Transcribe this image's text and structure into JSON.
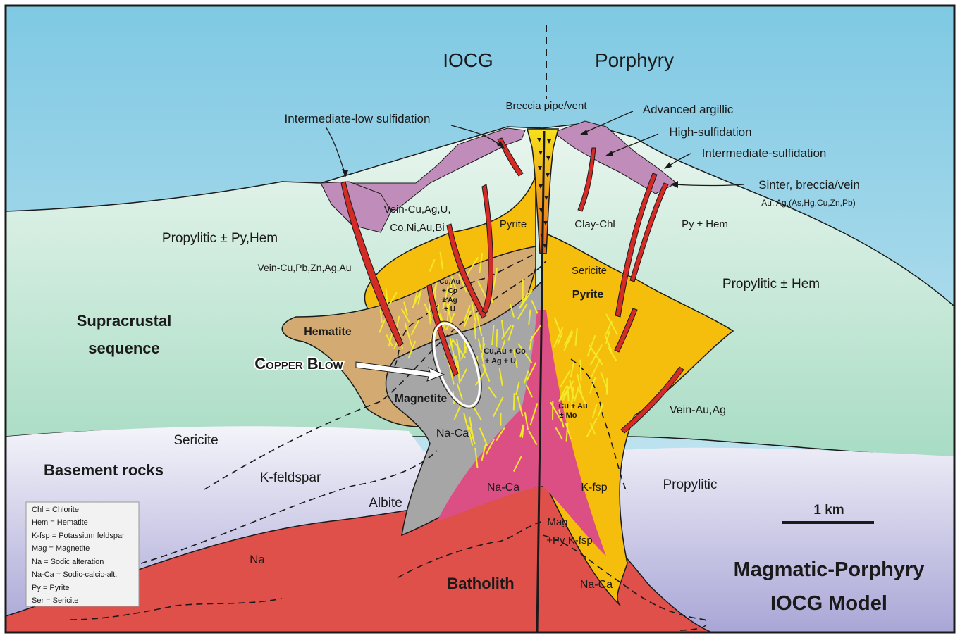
{
  "titles": {
    "iocg": "IOCG",
    "porphyry": "Porphyry",
    "model_line1": "Magmatic-Porphyry",
    "model_line2": "IOCG Model"
  },
  "labels": {
    "breccia_pipe": "Breccia pipe/vent",
    "intermediate_low": "Intermediate-low sulfidation",
    "advanced_argillic": "Advanced argillic",
    "high_sulfidation": "High-sulfidation",
    "intermediate_sulfidation": "Intermediate-sulfidation",
    "sinter": "Sinter, breccia/vein",
    "sinter_metals": "Au, Ag,(As,Hg,Cu,Zn,Pb)",
    "vein_cu_ag_u_1": "Vein-Cu,Ag,U,",
    "vein_cu_ag_u_2": "Co,Ni,Au,Bi",
    "pyrite_left": "Pyrite",
    "clay_chl": "Clay-Chl",
    "py_hem": "Py ± Hem",
    "propylitic_left": "Propylitic ± Py,Hem",
    "vein_cu_pb": "Vein-Cu,Pb,Zn,Ag,Au",
    "supracrustal_1": "Supracrustal",
    "supracrustal_2": "sequence",
    "hematite": "Hematite",
    "cu_au_1": "Cu,Au",
    "cu_au_2": "+ Co",
    "cu_au_3": "± Ag",
    "cu_au_4": "+ U",
    "sericite_right": "Sericite",
    "pyrite_right": "Pyrite",
    "propylitic_right": "Propylitic ± Hem",
    "copper_blow": "Copper Blow",
    "cu_au_co_1": "Cu,Au + Co",
    "cu_au_co_2": "+ Ag + U",
    "magnetite": "Magnetite",
    "cu_au_mo_1": "Cu + Au",
    "cu_au_mo_2": "± Mo",
    "vein_au_ag": "Vein-Au,Ag",
    "na_ca_upper": "Na-Ca",
    "sericite_left": "Sericite",
    "basement": "Basement rocks",
    "k_feldspar": "K-feldspar",
    "albite": "Albite",
    "na_ca_mid": "Na-Ca",
    "k_fsp": "K-fsp",
    "propylitic_lower": "Propylitic",
    "scale": "1 km",
    "mag_1": "Mag",
    "mag_2": "+Py K-fsp",
    "na": "Na",
    "batholith": "Batholith",
    "na_ca_lower": "Na-Ca"
  },
  "legend": [
    "Chl = Chlorite",
    "Hem = Hematite",
    "K-fsp = Potassium feldspar",
    "Mag = Magnetite",
    "Na = Sodic alteration",
    "Na-Ca = Sodic-calcic-alt.",
    "Py = Pyrite",
    "Ser = Sericite"
  ],
  "colors": {
    "sky": "#a8d9e8",
    "supracrustal": "#c5e8d6",
    "basement": "#e4e3f0",
    "batholith": "#e0504a",
    "na_ca": "#dc4f84",
    "magnetite": "#a6a6a6",
    "hematite": "#d2aa72",
    "pyrite": "#f6be0c",
    "argillic": "#c08dbb",
    "vein": "#d32b26",
    "stockwork": "#f2ea2a"
  }
}
